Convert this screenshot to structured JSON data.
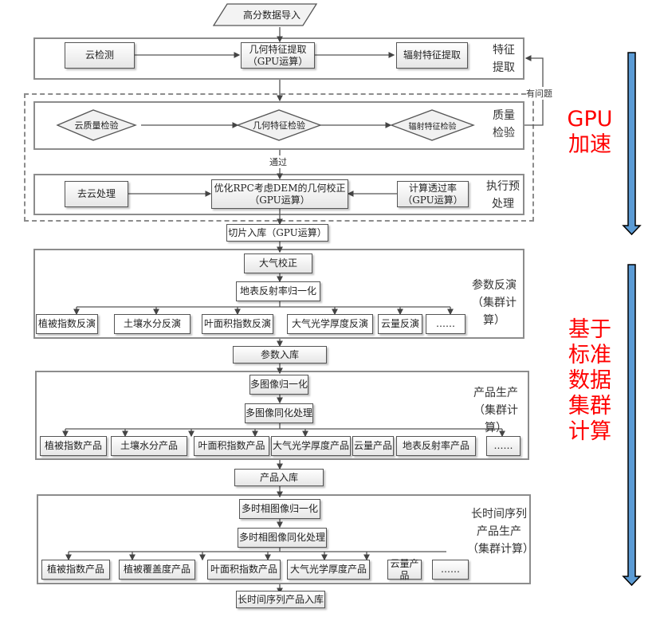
{
  "input": "高分数据导入",
  "stage1": {
    "label": "特征\n提取",
    "cloud_detect": "云检测",
    "geo_extract": "几何特征提取\n（GPU运算）",
    "rad_extract": "辐射特征提取"
  },
  "feedback_label": "有问题",
  "stage2": {
    "label": "质量\n检验",
    "cloud_check": "云质量检验",
    "geo_check": "几何特征检验",
    "rad_check": "辐射特征检验"
  },
  "pass_label": "通过",
  "stage3": {
    "label": "执行预\n处理",
    "decloud": "去云处理",
    "rpc": "优化RPC考虑DEM的几何校正\n（GPU运算）",
    "transmit": "计算透过率\n（GPU运算）"
  },
  "tile_store": "切片入库（GPU运算）",
  "stage4": {
    "label": "参数反演\n（集群计算）",
    "atm": "大气校正",
    "refl": "地表反射率归一化",
    "items": [
      "植被指数反演",
      "土壤水分反演",
      "叶面积指数反演",
      "大气光学厚度反演",
      "云量反演",
      "……"
    ]
  },
  "param_store": "参数入库",
  "stage5": {
    "label": "产品生产\n（集群计算）",
    "norm": "多图像归一化",
    "assim": "多图像同化处理",
    "items": [
      "植被指数产品",
      "土壤水分产品",
      "叶面积指数产品",
      "大气光学厚度产品",
      "云量产品",
      "地表反射率产品",
      "……"
    ]
  },
  "product_store": "产品入库",
  "stage6": {
    "label": "长时间序列\n产品生产\n（集群计算）",
    "norm": "多时相图像归一化",
    "assim": "多时相图像同化处理",
    "items": [
      "植被指数产品",
      "植被覆盖度产品",
      "叶面积指数产品",
      "大气光学厚度产品",
      "云量产品",
      "……"
    ]
  },
  "ts_store": "长时间序列产品入库",
  "side": {
    "gpu_label": "GPU\n加速",
    "cluster_label": "基于\n标准\n数据\n集群\n计算",
    "arrow_color": "#5b9bd5",
    "text_color": "#ff0000"
  }
}
